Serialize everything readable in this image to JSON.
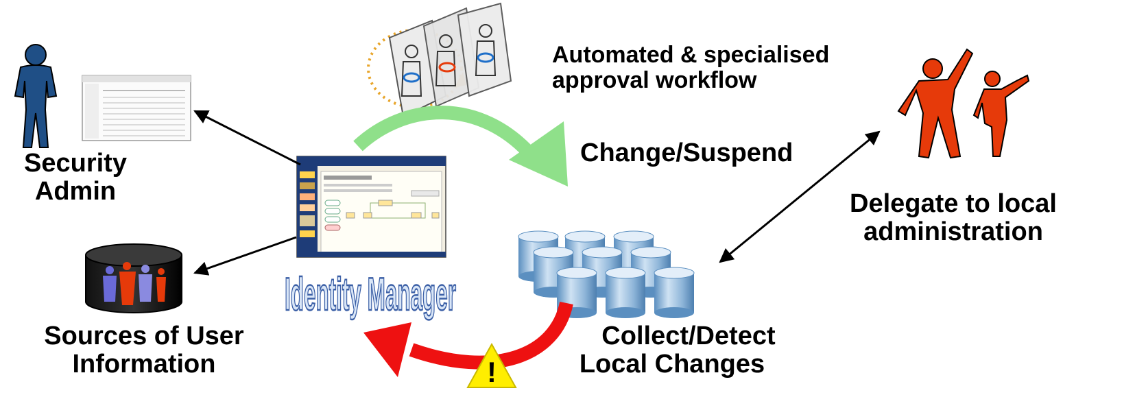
{
  "labels": {
    "security_admin": [
      "Security",
      "Admin"
    ],
    "sources": [
      "Sources of User",
      "Information"
    ],
    "identity_manager": "Identity Manager",
    "workflow": [
      "Automated & specialised",
      "approval workflow"
    ],
    "change_suspend": "Change/Suspend",
    "delegate": [
      "Delegate to local",
      "administration"
    ],
    "collect": [
      "Collect/Detect",
      "Local Changes"
    ],
    "warning_symbol": "!"
  },
  "colors": {
    "admin_figure": "#1f4f86",
    "delegate_figures": "#e63a0a",
    "green_arrow": "#8fe08a",
    "red_arrow": "#ee1111",
    "warning_yellow": "#ffee00",
    "im_title_fill": "#d9e6f7",
    "im_title_stroke": "#3b5fa6",
    "cylinder": "#8fb6d9"
  },
  "icons": {
    "admin": "person-icon",
    "delegates": "people-icon",
    "database": "database-icon",
    "warning": "warning-icon"
  }
}
